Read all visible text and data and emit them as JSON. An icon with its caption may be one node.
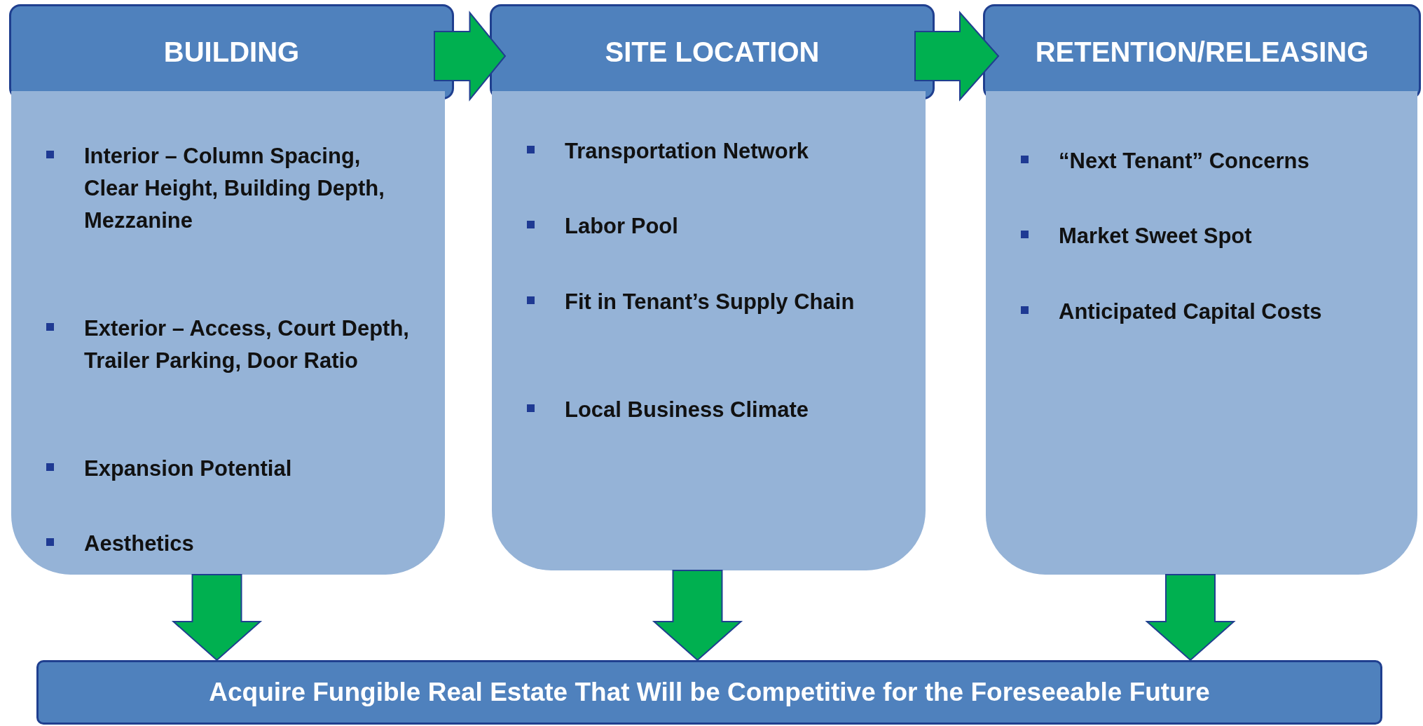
{
  "diagram": {
    "nodes": [
      {
        "text": [
          "BUILDING"
        ]
      },
      {
        "text": [
          "Interior – Column Spacing, Clear Height, Building Depth, Mezzanine",
          "Exterior – Access, Court Depth, Trailer Parking, Door Ratio",
          "Expansion Potential",
          "Aesthetics"
        ]
      },
      {
        "text": [
          "SITE LOCATION"
        ]
      },
      {
        "text": [
          "Transportation Network",
          "Labor Pool",
          "Fit in Tenant’s Supply Chain",
          "Local Business Climate"
        ]
      },
      {
        "text": [
          "RETENTION/RELEASING"
        ]
      },
      {
        "text": [
          "“Next Tenant” Concerns",
          "Market Sweet Spot",
          "Anticipated Capital Costs"
        ]
      },
      {
        "text": [
          "Acquire Fungible Real Estate That Will be Competitive for the Foreseeable Future"
        ]
      }
    ],
    "edges": [
      {
        "from": 0,
        "to": 2,
        "arrow": "to"
      },
      {
        "from": 2,
        "to": 4,
        "arrow": "to"
      },
      {
        "from": 1,
        "to": 6,
        "arrow": "to"
      },
      {
        "from": 3,
        "to": 6,
        "arrow": "to"
      },
      {
        "from": 5,
        "to": 6,
        "arrow": "to"
      }
    ]
  }
}
